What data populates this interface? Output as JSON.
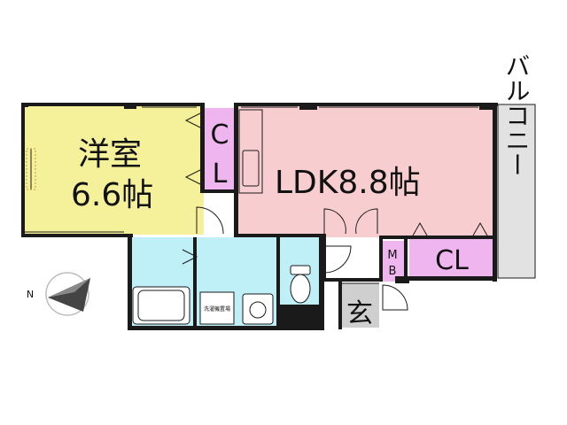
{
  "rooms": {
    "western_room": {
      "name": "洋室",
      "size": "6.6帖"
    },
    "ldk": {
      "label": "LDK8.8帖"
    },
    "closet_main": {
      "c": "C",
      "l": "L"
    },
    "closet_ldk": {
      "label": "CL"
    },
    "meter_box": {
      "m": "M",
      "b": "B"
    },
    "entrance": {
      "label": "玄"
    },
    "balcony": {
      "label": "バルコニー"
    },
    "washer_space": {
      "label": "洗濯機置場"
    }
  },
  "compass": {
    "north": "N"
  },
  "colors": {
    "western_room": "#f5f19a",
    "ldk": "#f7cdd0",
    "closet": "#efb5ef",
    "bath": "#bfeff7",
    "balcony": "#e2e2e2",
    "wall": "#1a1a1a",
    "entrance_floor": "#cfcfcf"
  }
}
